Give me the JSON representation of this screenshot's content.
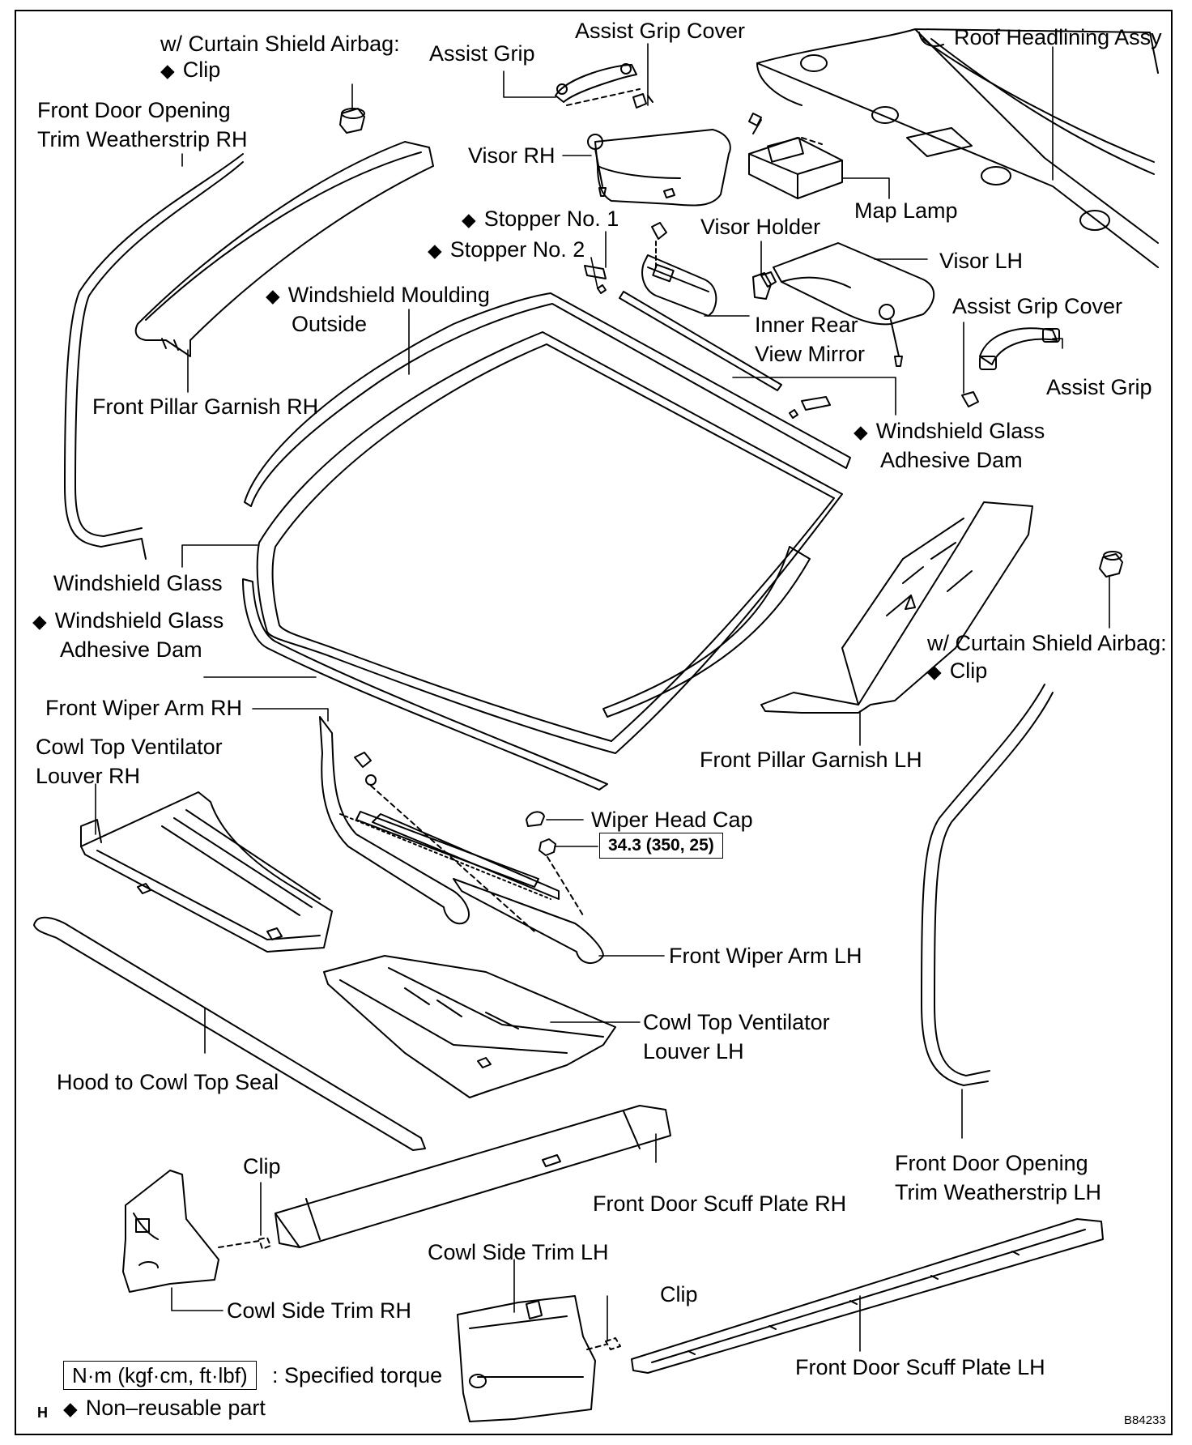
{
  "diagram_code": "B84233",
  "page_marker": "H",
  "labels": {
    "clip_rh_airbag_l1": "w/ Curtain Shield Airbag:",
    "clip_rh_airbag_l2": "Clip",
    "assist_grip_rh": "Assist Grip",
    "assist_grip_cover_rh": "Assist Grip Cover",
    "roof_headlining": "Roof Headlining Assy",
    "weatherstrip_rh_l1": "Front Door Opening",
    "weatherstrip_rh_l2": "Trim Weatherstrip RH",
    "visor_rh": "Visor RH",
    "map_lamp": "Map Lamp",
    "stopper1": "Stopper No. 1",
    "stopper2": "Stopper No. 2",
    "visor_holder": "Visor Holder",
    "visor_lh": "Visor LH",
    "moulding_l1": "Windshield Moulding",
    "moulding_l2": "Outside",
    "inner_mirror_l1": "Inner Rear",
    "inner_mirror_l2": "View Mirror",
    "assist_grip_cover_lh": "Assist Grip Cover",
    "assist_grip_lh": "Assist Grip",
    "pillar_rh": "Front Pillar Garnish RH",
    "dam_upper_l1": "Windshield Glass",
    "dam_upper_l2": "Adhesive Dam",
    "windshield_glass": "Windshield Glass",
    "dam_lower_l1": "Windshield Glass",
    "dam_lower_l2": "Adhesive Dam",
    "clip_lh_airbag_l1": "w/ Curtain Shield Airbag:",
    "clip_lh_airbag_l2": "Clip",
    "wiper_rh": "Front Wiper Arm RH",
    "cowl_vent_rh_l1": "Cowl Top Ventilator",
    "cowl_vent_rh_l2": "Louver RH",
    "pillar_lh": "Front Pillar Garnish LH",
    "wiper_cap": "Wiper Head Cap",
    "torque_value": "34.3 (350, 25)",
    "wiper_lh": "Front Wiper Arm LH",
    "cowl_vent_lh_l1": "Cowl Top Ventilator",
    "cowl_vent_lh_l2": "Louver LH",
    "hood_seal": "Hood to Cowl Top Seal",
    "weatherstrip_lh_l1": "Front Door Opening",
    "weatherstrip_lh_l2": "Trim Weatherstrip LH",
    "clip_rh": "Clip",
    "scuff_rh": "Front Door Scuff Plate RH",
    "cowl_side_lh": "Cowl Side Trim LH",
    "clip_lh": "Clip",
    "cowl_side_rh": "Cowl Side Trim RH",
    "scuff_lh": "Front Door Scuff Plate LH"
  },
  "legend": {
    "torque_unit": "N·m (kgf·cm, ft·lbf)",
    "torque_text": ": Specified torque",
    "nonreusable_text": "Non–reusable part"
  },
  "symbols": {
    "non_reusable": "◆"
  }
}
